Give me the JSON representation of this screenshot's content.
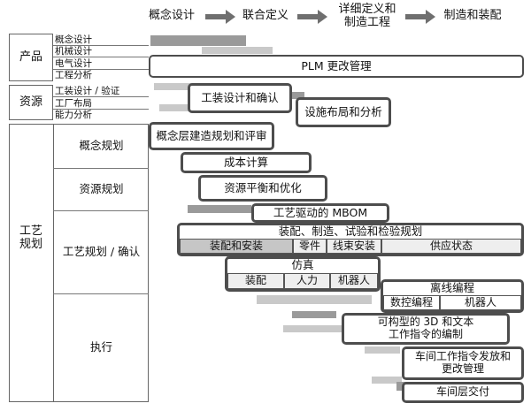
{
  "stages": [
    "概念设计",
    "联合定义",
    "详细定义和\n制造工程",
    "制造和装配"
  ],
  "categories": {
    "product": {
      "label": "产品",
      "items": [
        "概念设计",
        "机械设计",
        "电气设计",
        "工程分析"
      ]
    },
    "resource": {
      "label": "资源",
      "items": [
        "工装设计 / 验证",
        "工厂布局",
        "能力分析"
      ]
    },
    "process": {
      "label": "工艺\n规划",
      "items": [
        "概念规划",
        "资源规划",
        "工艺规划 / 确认",
        "执行"
      ]
    }
  },
  "activities": {
    "plm": "PLM 更改管理",
    "tooling": "工装设计和确认",
    "layout": "设施布局和分析",
    "concept_sim": "概念层建造规划和评审",
    "cost": "成本计算",
    "balance": "资源平衡和优化",
    "mbom": "工艺驱动的 MBOM",
    "assembly_plan": "装配、制造、试验和检验规划",
    "assembly_parts": [
      "装配和安装",
      "零件",
      "线束安装",
      "供应状态"
    ],
    "simulation": "仿真",
    "sim_parts": [
      "装配",
      "人力",
      "机器人"
    ],
    "offline": "离线编程",
    "offline_parts": [
      "数控编程",
      "机器人"
    ],
    "work_instr": "可构型的 3D 和文本\n工作指令的编制",
    "shopfloor_release": "车间工作指令发放和\n更改管理",
    "shopfloor_delivery": "车间层交付"
  }
}
